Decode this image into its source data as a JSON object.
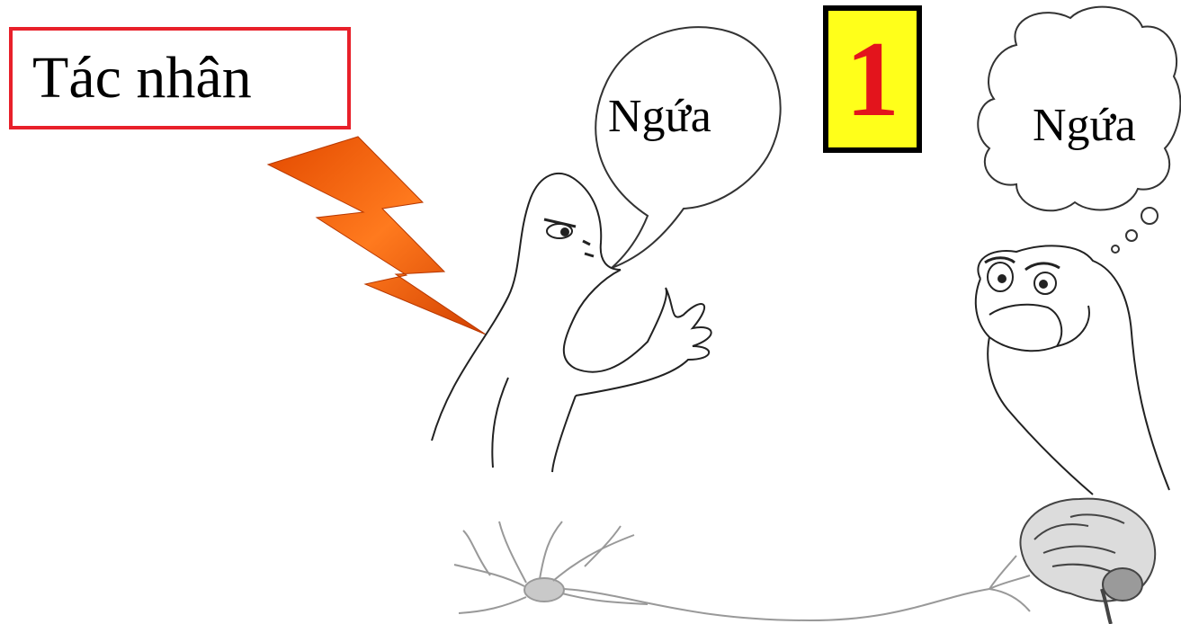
{
  "agent_label": "Tác nhân",
  "step_number": "1",
  "speech_bubble_text": "Ngứa",
  "thought_bubble_text": "Ngứa",
  "colors": {
    "label_border": "#e8202a",
    "number_box_fill": "#ffff1a",
    "number_color": "#e3141c",
    "lightning": "#ff6a10"
  },
  "icons": [
    "lightning-bolt-icon",
    "cartoon-character-icon",
    "thinking-character-icon",
    "neuron-icon",
    "brain-icon"
  ]
}
